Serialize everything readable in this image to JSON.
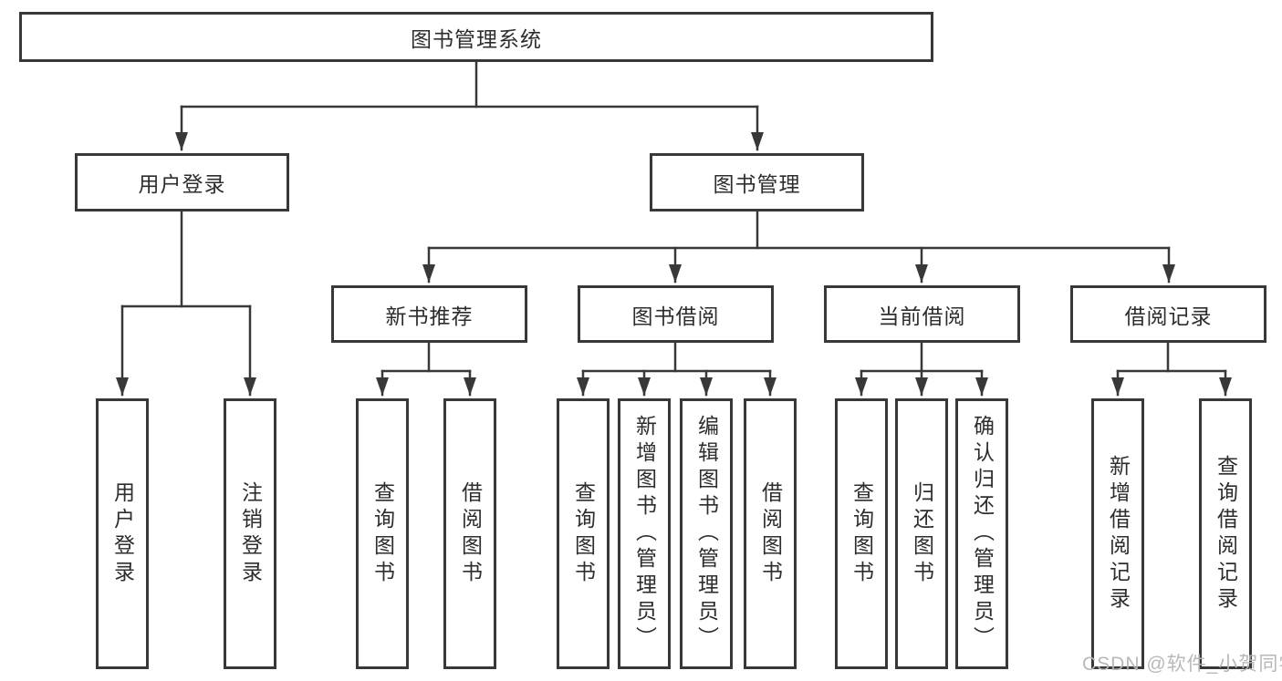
{
  "diagram_title": "图书管理系统",
  "tree": {
    "label": "图书管理系统",
    "children": [
      {
        "label": "用户登录",
        "children": [
          {
            "label": "用户登录"
          },
          {
            "label": "注销登录"
          }
        ]
      },
      {
        "label": "图书管理",
        "children": [
          {
            "label": "新书推荐",
            "children": [
              {
                "label": "查询图书"
              },
              {
                "label": "借阅图书"
              }
            ]
          },
          {
            "label": "图书借阅",
            "children": [
              {
                "label": "查询图书"
              },
              {
                "label": "新增图书（管理员）"
              },
              {
                "label": "编辑图书（管理员）"
              },
              {
                "label": "借阅图书"
              }
            ]
          },
          {
            "label": "当前借阅",
            "children": [
              {
                "label": "查询图书"
              },
              {
                "label": "归还图书"
              },
              {
                "label": "确认归还（管理员）"
              }
            ]
          },
          {
            "label": "借阅记录",
            "children": [
              {
                "label": "新增借阅记录"
              },
              {
                "label": "查询借阅记录"
              }
            ]
          }
        ]
      }
    ]
  },
  "watermark": {
    "text": "CSDN @软件_小贺同学"
  },
  "colors": {
    "line": "#383838",
    "box_border": "#383838",
    "text": "#2d2d2d",
    "watermark": "#b5b5b5",
    "background": "#ffffff"
  }
}
